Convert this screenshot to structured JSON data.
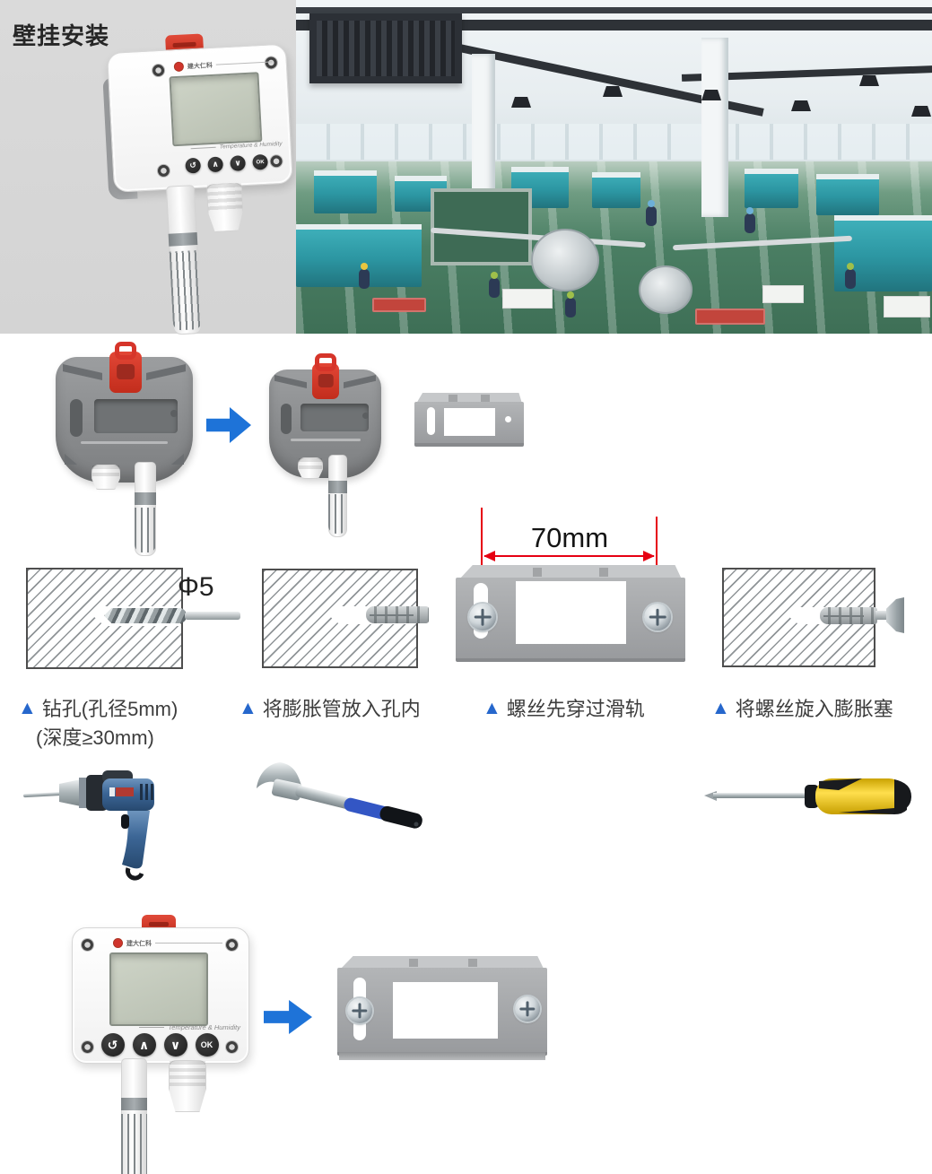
{
  "page": {
    "title": "壁挂安装",
    "background": "#ffffff",
    "panel_background": "#d8d8d8"
  },
  "product": {
    "brand": "建大仁科",
    "screen_label": "Temperature & Humidity",
    "buttons": {
      "back": "↺",
      "up": "∧",
      "down": "∨",
      "ok": "OK"
    }
  },
  "diagram": {
    "marker": "▲",
    "dimension_label": "70mm",
    "hole_label": "Φ5"
  },
  "steps": [
    {
      "label": "钻孔(孔径5mm)",
      "sublabel": "(深度≥30mm)"
    },
    {
      "label": "将膨胀管放入孔内"
    },
    {
      "label": "螺丝先穿过滑轨"
    },
    {
      "label": "将螺丝旋入膨胀塞"
    }
  ],
  "tools": [
    {
      "name": "electric-drill"
    },
    {
      "name": "hammer"
    },
    {
      "name": "screwdriver"
    }
  ],
  "colors": {
    "clip_red": "#d8392b",
    "dimension_red": "#e60012",
    "arrow_blue": "#1e73d8",
    "marker_blue": "#2667cc",
    "machine_teal": "#2e9aa6",
    "floor_green": "#47795f",
    "device_gray": "#8a8c8e",
    "bracket_gray": "#a5a7aa"
  }
}
